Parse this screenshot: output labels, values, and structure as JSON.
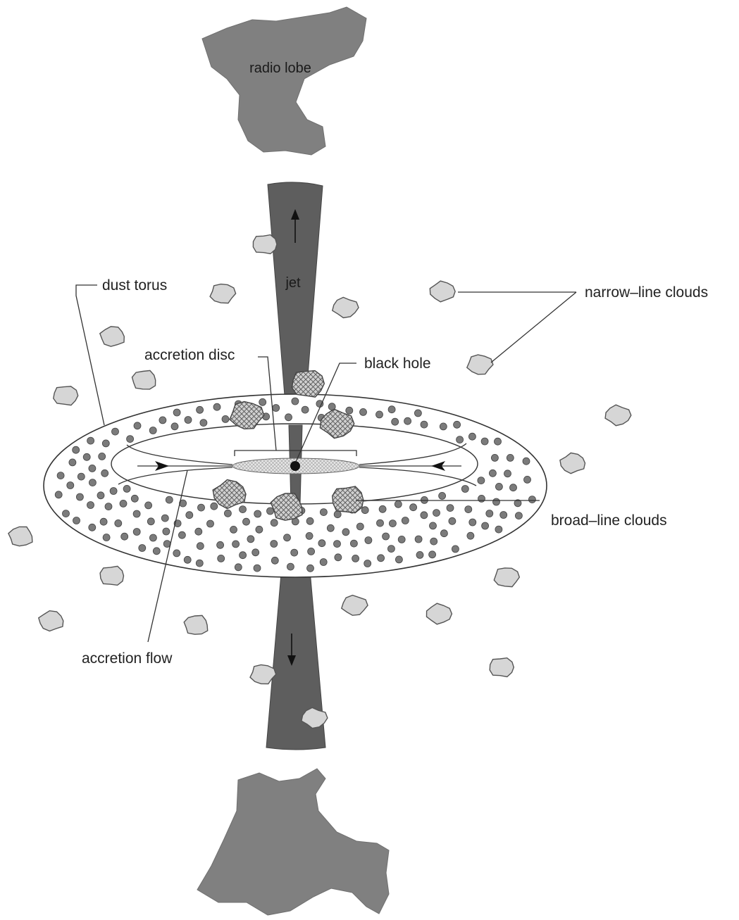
{
  "labels": {
    "radio_lobe": "radio lobe",
    "jet": "jet",
    "dust_torus": "dust torus",
    "narrow_line_clouds": "narrow–line clouds",
    "accretion_disc": "accretion disc",
    "black_hole": "black hole",
    "broad_line_clouds": "broad–line clouds",
    "accretion_flow": "accretion flow"
  },
  "colors": {
    "radio_lobe": "#808080",
    "jet": "#5e5e5e",
    "narrow_line_cloud": "#d6d6d6",
    "torus_dust": "#7b7b7b",
    "black_hole": "#111111"
  }
}
